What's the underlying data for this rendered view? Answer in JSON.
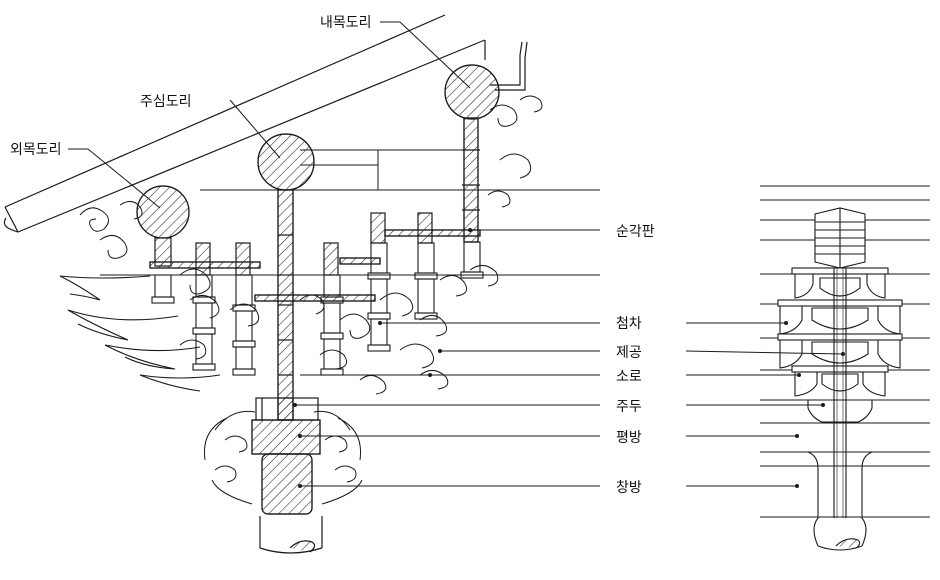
{
  "labels": {
    "outer_purlin": "외목도리",
    "center_purlin": "주심도리",
    "inner_purlin": "내목도리",
    "sungakpan": "순각판",
    "cheomcha": "첨차",
    "jegong": "제공",
    "soro": "소로",
    "judu": "주두",
    "pyeongbang": "평방",
    "changbang": "창방"
  },
  "colors": {
    "line": "#1a1a1a",
    "hatch": "#222222",
    "paper": "#ffffff"
  }
}
